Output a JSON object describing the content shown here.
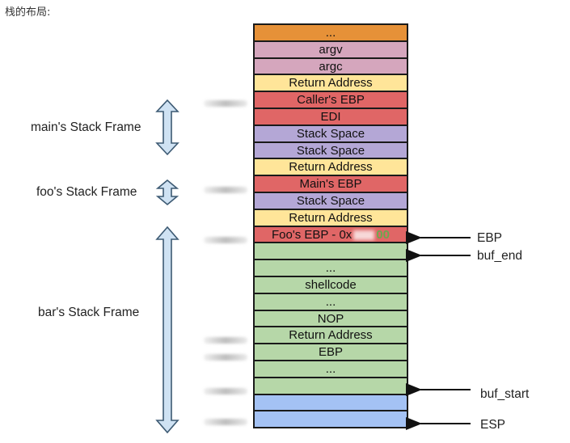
{
  "title": "栈的布局:",
  "colors": {
    "orange": "#e69138",
    "pink": "#d5a6bd",
    "yellow": "#ffe599",
    "red": "#e06666",
    "purple": "#b4a7d6",
    "green": "#b6d7a8",
    "blue": "#a4c2f4",
    "highlight": "#6aa84f"
  },
  "stack_cells": [
    {
      "text": "...",
      "color": "orange"
    },
    {
      "text": "argv",
      "color": "pink"
    },
    {
      "text": "argc",
      "color": "pink"
    },
    {
      "text": "Return Address",
      "color": "yellow"
    },
    {
      "text": "Caller's EBP",
      "color": "red"
    },
    {
      "text": "EDI",
      "color": "red"
    },
    {
      "text": "Stack Space",
      "color": "purple"
    },
    {
      "text": "Stack Space",
      "color": "purple"
    },
    {
      "text": "Return Address",
      "color": "yellow"
    },
    {
      "text": "Main's EBP",
      "color": "red"
    },
    {
      "text": "Stack Space",
      "color": "purple"
    },
    {
      "text": "Return Address",
      "color": "yellow"
    },
    {
      "text": "Foo's EBP - 0x",
      "suffix": "00",
      "color": "red"
    },
    {
      "text": "",
      "color": "green"
    },
    {
      "text": "...",
      "color": "green"
    },
    {
      "text": "shellcode",
      "color": "green"
    },
    {
      "text": "...",
      "color": "green"
    },
    {
      "text": "NOP",
      "color": "green"
    },
    {
      "text": "Return Address",
      "color": "green"
    },
    {
      "text": "EBP",
      "color": "green"
    },
    {
      "text": "...",
      "color": "green"
    },
    {
      "text": "",
      "color": "green"
    },
    {
      "text": "",
      "color": "blue"
    },
    {
      "text": "",
      "color": "blue"
    }
  ],
  "frames": {
    "main": "main's Stack Frame",
    "foo": "foo's Stack Frame",
    "bar": "bar's Stack Frame"
  },
  "pointers": {
    "ebp": "EBP",
    "buf_end": "buf_end",
    "buf_start": "buf_start",
    "esp": "ESP"
  }
}
